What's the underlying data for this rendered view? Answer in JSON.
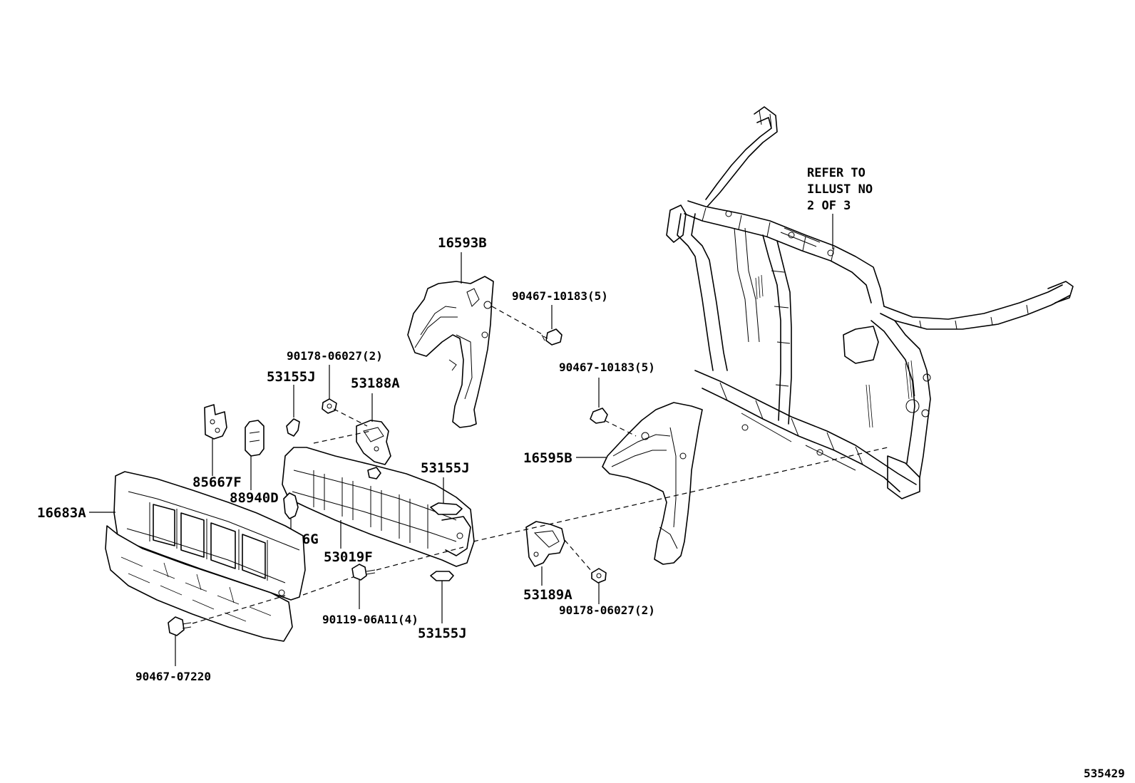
{
  "labels": {
    "p16593B": "16593B",
    "p90467_10183_top": "90467-10183(5)",
    "p90467_10183_mid": "90467-10183(5)",
    "p90178_06027_top": "90178-06027(2)",
    "p53155J_top": "53155J",
    "p53188A": "53188A",
    "p85667F": "85667F",
    "p88940D": "88940D",
    "p16683A": "16683A",
    "p53156G": "53156G",
    "p53019F": "53019F",
    "p53155J_mid": "53155J",
    "p53155J_bot": "53155J",
    "p90119_06A11": "90119-06A11(4)",
    "p90467_07220": "90467-07220",
    "p16595B": "16595B",
    "p53189A": "53189A",
    "p90178_06027_bot": "90178-06027(2)"
  },
  "refer_note": {
    "line1": "REFER TO",
    "line2": "ILLUST NO",
    "line3": "2 OF 3"
  },
  "illustration_number": "535429"
}
